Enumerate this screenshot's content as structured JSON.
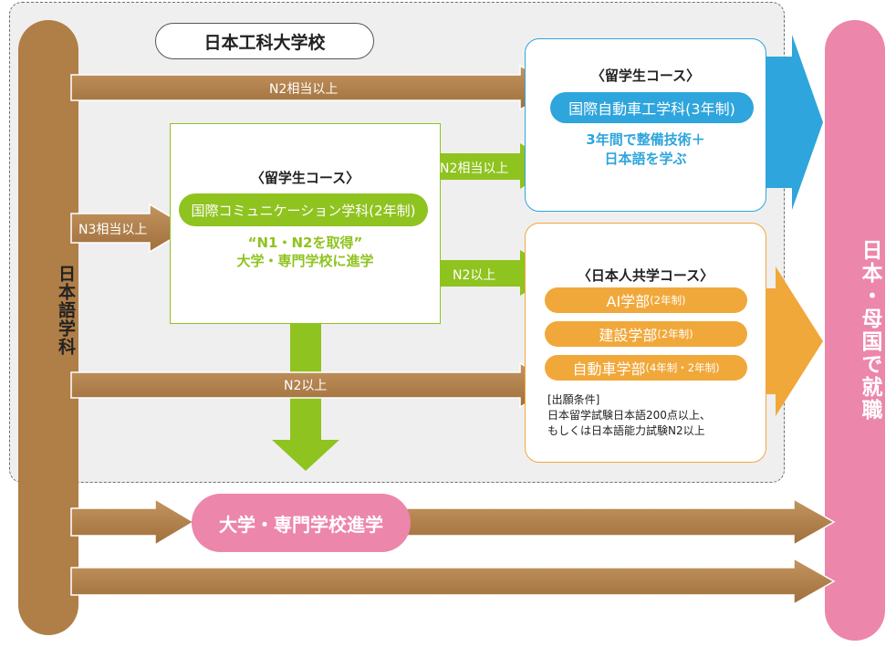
{
  "school_name": "日本工科大学校",
  "left_bar_label": "日本語学科",
  "right_bar_label": "日本・母国で就職",
  "flows": {
    "top_label": "N2相当以上",
    "to_communication_label": "N3相当以上",
    "comm_to_auto_label": "N2相当以上",
    "comm_to_japanese_label": "N2以上",
    "middle_label": "N2以上"
  },
  "auto_course": {
    "title": "〈留学生コース〉",
    "department": "国際自動車工学科(3年制)",
    "desc_line1": "3年間で整備技術＋",
    "desc_line2": "日本語を学ぶ"
  },
  "communication_course": {
    "title": "〈留学生コース〉",
    "department": "国際コミュニケーション学科(2年制)",
    "desc_line1": "“N1・N2を取得”",
    "desc_line2": "大学・専門学校に進学"
  },
  "japanese_course": {
    "title": "〈日本人共学コース〉",
    "departments": [
      {
        "name": "AI学部",
        "years": "(2年制)"
      },
      {
        "name": "建設学部",
        "years": "(2年制)"
      },
      {
        "name": "自動車学部",
        "years": "(4年制・2年制)"
      }
    ],
    "conditions_title": "[出願条件]",
    "conditions_line1": "日本留学試験日本語200点以上、",
    "conditions_line2": "もしくは日本語能力試験N2以上"
  },
  "university_label": "大学・専門学校進学",
  "colors": {
    "brown": "#b07e47",
    "pink": "#ec86ab",
    "blue": "#2ea5dc",
    "green": "#8fc31f",
    "orange": "#f1a83a"
  }
}
